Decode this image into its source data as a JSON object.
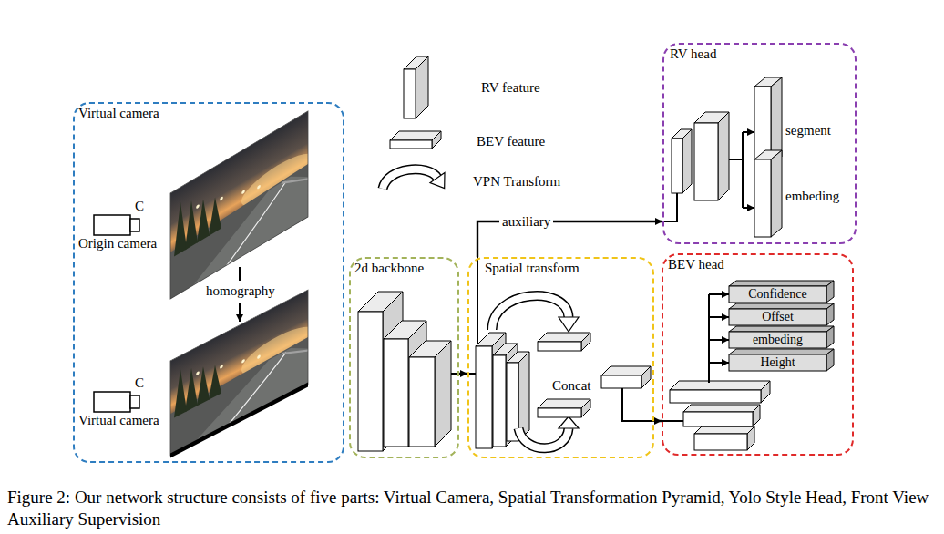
{
  "diagram": {
    "caption": "Figure 2: Our network structure consists of five parts: Virtual Camera, Spatial Transformation Pyramid, Yolo Style Head, Front View Auxiliary Supervision",
    "nodes": [
      {
        "text": [
          "Virtual camera"
        ]
      },
      {
        "text": [
          "2d backbone"
        ]
      },
      {
        "text": [
          "Spatial transform"
        ]
      },
      {
        "text": [
          "RV head"
        ]
      },
      {
        "text": [
          "segment"
        ],
        "in": 3
      },
      {
        "text": [
          "embeding"
        ],
        "in": 3
      },
      {
        "text": [
          "BEV head"
        ]
      },
      {
        "text": [
          "Confidence"
        ],
        "in": 6
      },
      {
        "text": [
          "Offset"
        ],
        "in": 6
      },
      {
        "text": [
          "embeding"
        ],
        "in": 6
      },
      {
        "text": [
          "Height"
        ],
        "in": 6
      }
    ],
    "edges": [
      {
        "from": 1,
        "to": 2,
        "arrow": "to"
      },
      {
        "from": 2,
        "to": 3,
        "label": "auxiliary",
        "arrow": "to"
      },
      {
        "from": 2,
        "to": 6,
        "arrow": "to"
      }
    ],
    "labels": [
      "C",
      "Origin camera",
      "homography",
      "C",
      "Virtual camera",
      "Concat"
    ],
    "legend": [
      {
        "text": "RV feature"
      },
      {
        "text": "BEV feature"
      },
      {
        "text": "VPN Transform"
      }
    ]
  }
}
